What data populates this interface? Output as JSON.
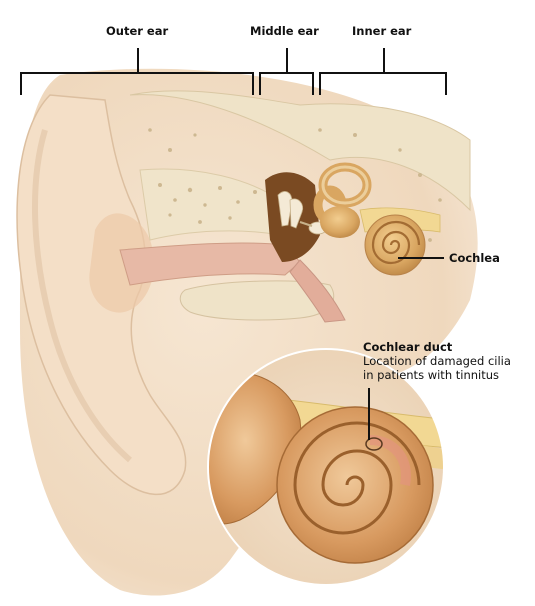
{
  "labels": {
    "outer_ear": "Outer ear",
    "middle_ear": "Middle ear",
    "inner_ear": "Inner ear",
    "cochlea": "Cochlea",
    "cochlear_duct_title": "Cochlear duct",
    "cochlear_duct_desc_1": "Location of damaged cilia",
    "cochlear_duct_desc_2": "in patients with tinnitus"
  },
  "colors": {
    "skin": "#f1dcc4",
    "bone": "#efe3c8",
    "canal": "#e7b9a6",
    "cochlea": "#d9a865",
    "nerve": "#f2d893",
    "cavity": "#7a4a22",
    "line": "#111111"
  }
}
